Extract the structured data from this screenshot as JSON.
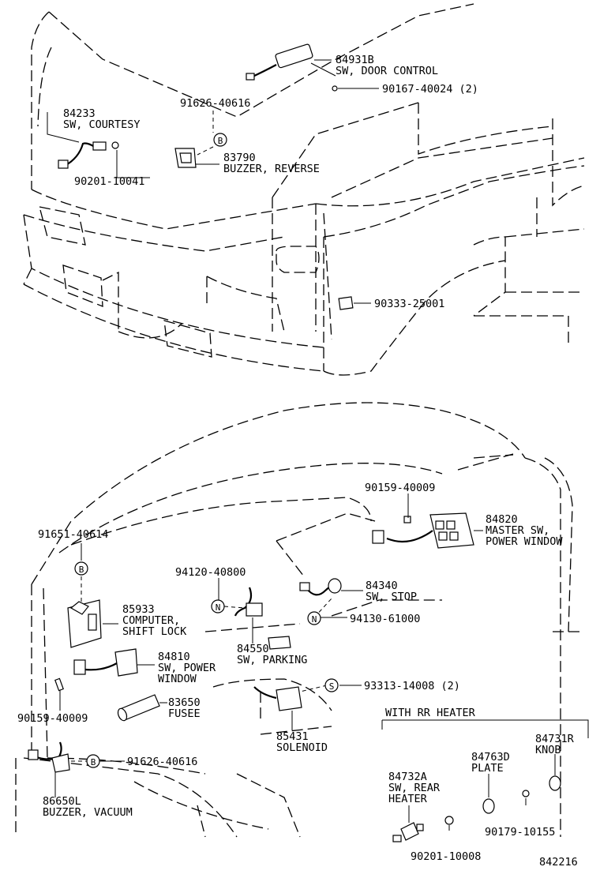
{
  "parts": {
    "p84931b": {
      "num": "84931B",
      "name": "SW, DOOR CONTROL"
    },
    "p90167": {
      "num": "90167-40024 (2)"
    },
    "p84233": {
      "num": "84233",
      "name": "SW, COURTESY"
    },
    "p91626a": {
      "num": "91626-40616"
    },
    "p83790": {
      "num": "83790",
      "name": "BUZZER, REVERSE"
    },
    "p90201a": {
      "num": "90201-10041"
    },
    "p90333": {
      "num": "90333-25001"
    },
    "p90159a": {
      "num": "90159-40009"
    },
    "p84820": {
      "num": "84820",
      "name1": "MASTER SW,",
      "name2": "POWER WINDOW"
    },
    "p91651": {
      "num": "91651-40614"
    },
    "p94120": {
      "num": "94120-40800"
    },
    "p84340": {
      "num": "84340",
      "name": "SW, STOP"
    },
    "p94130": {
      "num": "94130-61000"
    },
    "p85933": {
      "num": "85933",
      "name1": "COMPUTER,",
      "name2": "SHIFT LOCK"
    },
    "p84550": {
      "num": "84550",
      "name": "SW, PARKING"
    },
    "p84810": {
      "num": "84810",
      "name1": "SW, POWER",
      "name2": "WINDOW"
    },
    "p93313": {
      "num": "93313-14008 (2)"
    },
    "p90159b": {
      "num": "90159-40009"
    },
    "p83650": {
      "num": "83650",
      "name": "FUSEE"
    },
    "p85431": {
      "num": "85431",
      "name": "SOLENOID"
    },
    "p91626b": {
      "num": "91626-40616"
    },
    "p86650l": {
      "num": "86650L",
      "name": "BUZZER, VACUUM"
    },
    "p84731r": {
      "num": "84731R",
      "name": "KNOB"
    },
    "p84763d": {
      "num": "84763D",
      "name": "PLATE"
    },
    "p84732a": {
      "num": "84732A",
      "name1": "SW, REAR",
      "name2": "HEATER"
    },
    "p90179": {
      "num": "90179-10155"
    },
    "p90201b": {
      "num": "90201-10008"
    }
  },
  "markers": {
    "b": "B",
    "n": "N",
    "s": "S"
  },
  "inset_title": "WITH RR HEATER",
  "diagram_id": "842216"
}
